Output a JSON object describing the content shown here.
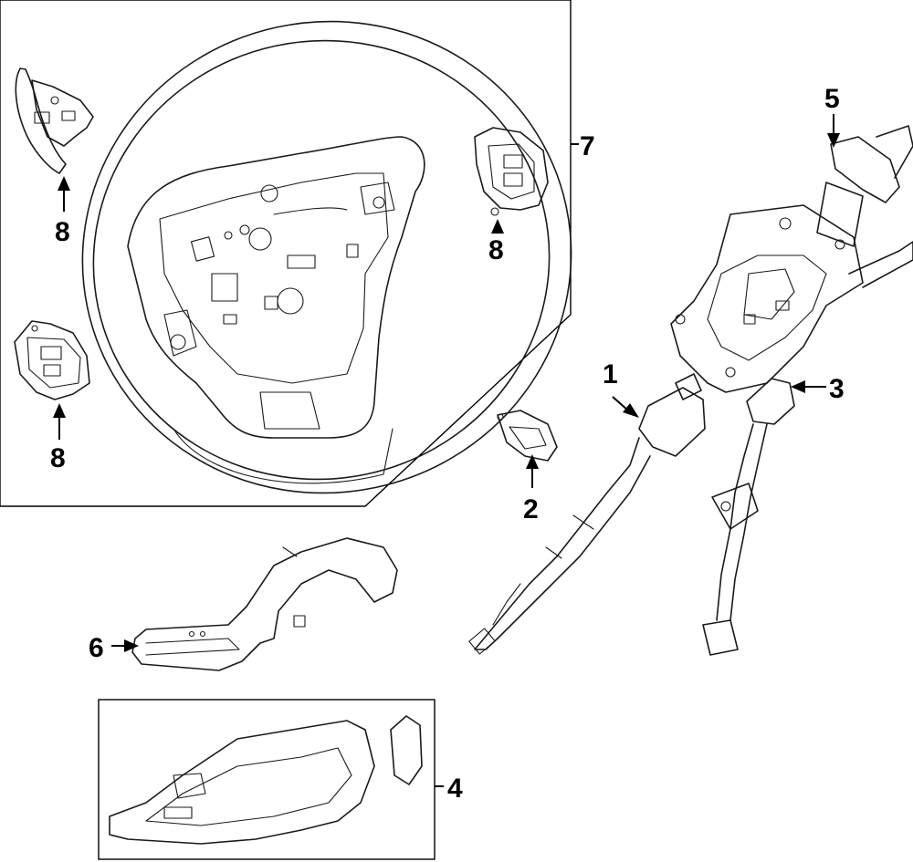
{
  "callouts": {
    "c1": "1",
    "c2": "2",
    "c3": "3",
    "c4": "4",
    "c5": "5",
    "c6": "6",
    "c7": "7",
    "c8a": "8",
    "c8b": "8",
    "c8c": "8"
  }
}
